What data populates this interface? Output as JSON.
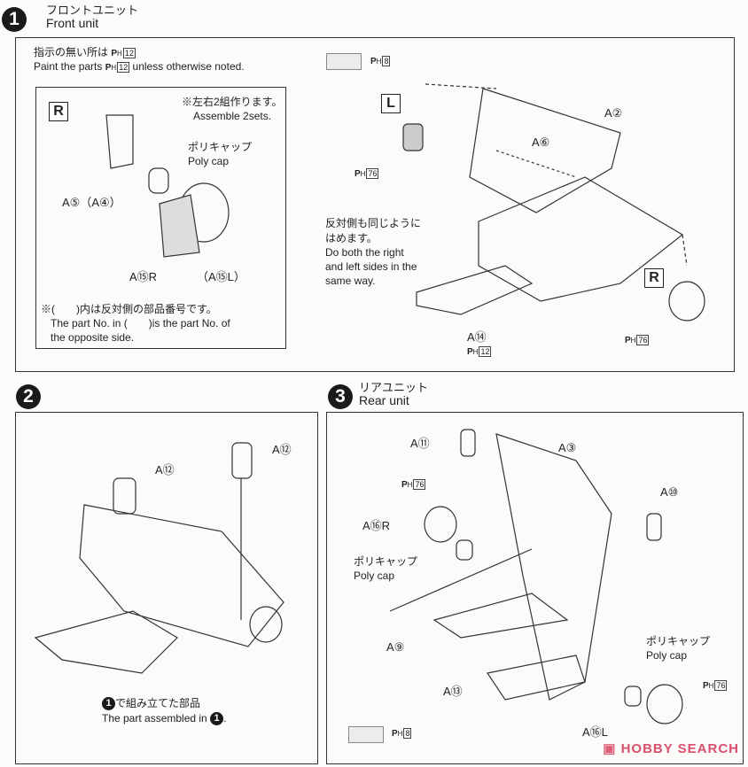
{
  "step1": {
    "number": "1",
    "title_jp": "フロントユニット",
    "title_en": "Front unit",
    "note_jp": "指示の無い所は",
    "note_en_pre": "Paint the parts",
    "note_en_post": "unless otherwise noted.",
    "note_paint": "12",
    "swatch_paint": "8",
    "inset": {
      "side": "R",
      "assemble_jp": "※左右2組作ります。",
      "assemble_en": "Assemble 2sets.",
      "polycap_jp": "ポリキャップ",
      "polycap_en": "Poly cap",
      "part_a5": "A⑤（A④）",
      "part_a15r": "A⑮R",
      "part_a15l": "（A⑮L）",
      "footnote_jp": "※(　　)内は反対側の部品番号です。",
      "footnote_en1": "The part No. in (　　)is the part No. of",
      "footnote_en2": "the opposite side."
    },
    "side_l": "L",
    "side_r": "R",
    "paint_l": "76",
    "paint_r": "76",
    "part_a2": "A②",
    "part_a6": "A⑥",
    "part_a14": "A⑭",
    "paint_a14": "12",
    "same_jp1": "反対側も同じように",
    "same_jp2": "はめます。",
    "same_en1": "Do both the right",
    "same_en2": "and left sides in the",
    "same_en3": "same way."
  },
  "step2": {
    "number": "2",
    "part_a12_left": "A⑫",
    "part_a12_right": "A⑫",
    "ref_jp": "で組み立てた部品",
    "ref_en": "The part assembled in",
    "ref_num": "1"
  },
  "step3": {
    "number": "3",
    "title_jp": "リアユニット",
    "title_en": "Rear unit",
    "part_a11": "A⑪",
    "part_a3": "A③",
    "part_a10": "A⑩",
    "part_a16r": "A⑯R",
    "paint_16r": "76",
    "polycap1_jp": "ポリキャップ",
    "polycap1_en": "Poly cap",
    "polycap2_jp": "ポリキャップ",
    "polycap2_en": "Poly cap",
    "part_a9": "A⑨",
    "part_a13": "A⑬",
    "part_a16l": "A⑯L",
    "paint_16l": "76",
    "swatch_paint": "8"
  },
  "paint_prefix": "P",
  "paint_h": "H",
  "watermark": "HOBBY SEARCH"
}
